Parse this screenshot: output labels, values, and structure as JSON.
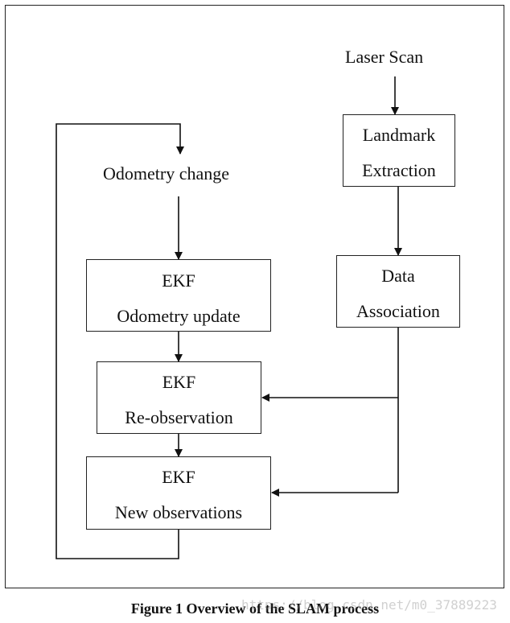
{
  "nodes": {
    "laser_scan": "Laser Scan",
    "odometry_change": "Odometry change",
    "landmark_extraction": {
      "line1": "Landmark",
      "line2": "Extraction"
    },
    "data_association": {
      "line1": "Data",
      "line2": "Association"
    },
    "ekf_odometry_update": {
      "line1": "EKF",
      "line2": "Odometry update"
    },
    "ekf_reobservation": {
      "line1": "EKF",
      "line2": "Re-observation"
    },
    "ekf_new_observations": {
      "line1": "EKF",
      "line2": "New observations"
    }
  },
  "caption": "Figure 1 Overview of the SLAM process",
  "watermark": "https://blog.csdn.net/m0_37889223",
  "edges": [
    {
      "from": "laser_scan",
      "to": "landmark_extraction"
    },
    {
      "from": "landmark_extraction",
      "to": "data_association"
    },
    {
      "from": "odometry_change",
      "to": "ekf_odometry_update"
    },
    {
      "from": "ekf_odometry_update",
      "to": "ekf_reobservation"
    },
    {
      "from": "ekf_reobservation",
      "to": "ekf_new_observations"
    },
    {
      "from": "data_association",
      "to": "ekf_reobservation"
    },
    {
      "from": "data_association",
      "to": "ekf_new_observations"
    },
    {
      "from": "ekf_new_observations",
      "to": "odometry_change"
    }
  ]
}
